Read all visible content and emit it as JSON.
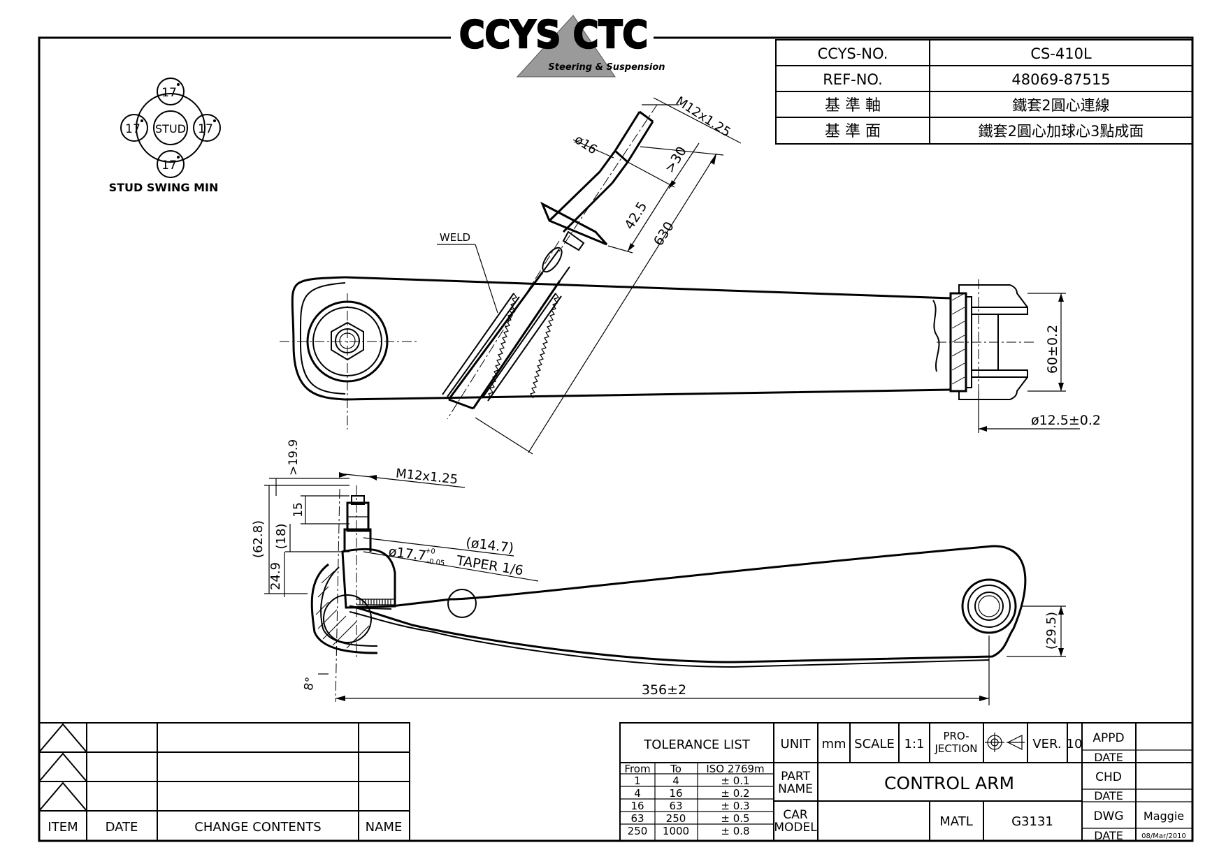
{
  "logo": {
    "text": "CCYS CTC",
    "tagline": "Steering & Suspension"
  },
  "info_table": [
    {
      "label": "CCYS-NO.",
      "value": "CS-410L"
    },
    {
      "label": "REF-NO.",
      "value": "48069-87515"
    },
    {
      "label": "基 準 軸",
      "value": "鐵套2圓心連線"
    },
    {
      "label": "基 準 面",
      "value": "鐵套2圓心加球心3點成面"
    }
  ],
  "swing": {
    "stud": "STUD",
    "angles": [
      "17",
      "17",
      "17",
      "17"
    ],
    "caption": "STUD SWING MIN"
  },
  "annotations": {
    "weld": "WELD",
    "thread_top": "M12x1.25",
    "dia16": "ø16",
    "len30": ">30",
    "len42": "42.5",
    "len630": "630",
    "h60": "60±0.2",
    "dia12": "ø12.5±0.2",
    "dim19_9": ">19.9",
    "thread_side": "M12x1.25",
    "dim15": "15",
    "dim62_8": "(62.8)",
    "dim18": "(18)",
    "dim24_9": "24.9",
    "dia14_7": "(ø14.7)",
    "dia17_7": "ø17.7",
    "tol_up": "+0",
    "tol_low": "-0.05",
    "taper": "TAPER 1/6",
    "dim29_5": "(29.5)",
    "angle8": "8°",
    "len356": "356±2"
  },
  "change_table": {
    "headers": {
      "item": "ITEM",
      "date": "DATE",
      "contents": "CHANGE CONTENTS",
      "name": "NAME"
    }
  },
  "title_block": {
    "tolerance_title": "TOLERANCE LIST",
    "tol_headers": [
      "From",
      "To",
      "ISO 2769m"
    ],
    "tolerances": [
      [
        "1",
        "4",
        "± 0.1"
      ],
      [
        "4",
        "16",
        "± 0.2"
      ],
      [
        "16",
        "63",
        "± 0.3"
      ],
      [
        "63",
        "250",
        "± 0.5"
      ],
      [
        "250",
        "1000",
        "± 0.8"
      ]
    ],
    "unit_label": "UNIT",
    "unit_value": "mm",
    "scale_label": "SCALE",
    "scale_value": "1:1",
    "projection_line1": "PRO-",
    "projection_line2": "JECTION",
    "ver_label": "VER.",
    "ver_value": "10",
    "part_name_line1": "PART",
    "part_name_line2": "NAME",
    "part_name_value": "CONTROL ARM",
    "car_model_line1": "CAR",
    "car_model_line2": "MODEL",
    "matl_label": "MATL",
    "matl_value": "G3131",
    "appd": "APPD",
    "chd": "CHD",
    "dwg": "DWG",
    "drawer": "Maggie",
    "date_label": "DATE",
    "dwg_date": "08/Mar/2010"
  }
}
